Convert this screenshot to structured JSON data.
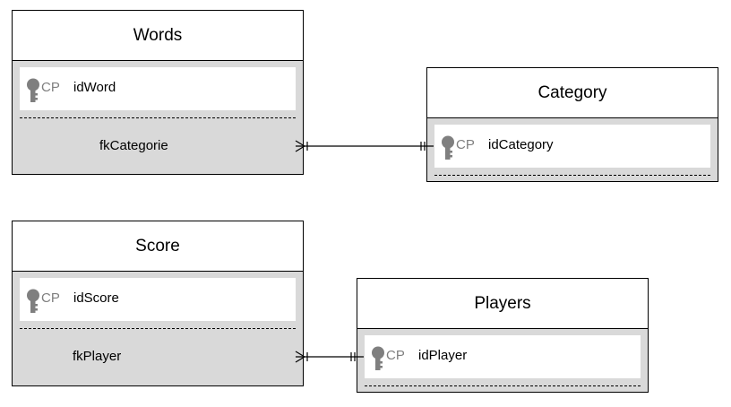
{
  "entities": {
    "words": {
      "title": "Words",
      "pk_tag": "CP",
      "pk": "idWord",
      "fk": "fkCategorie"
    },
    "category": {
      "title": "Category",
      "pk_tag": "CP",
      "pk": "idCategory"
    },
    "score": {
      "title": "Score",
      "pk_tag": "CP",
      "pk": "idScore",
      "fk": "fkPlayer"
    },
    "players": {
      "title": "Players",
      "pk_tag": "CP",
      "pk": "idPlayer"
    }
  },
  "relationships": [
    {
      "from": "words.fkCategorie",
      "to": "category.idCategory",
      "from_end": "many",
      "to_end": "one-and-only-one"
    },
    {
      "from": "score.fkPlayer",
      "to": "players.idPlayer",
      "from_end": "many",
      "to_end": "one-and-only-one"
    }
  ],
  "colors": {
    "entity_body": "#d9d9d9",
    "entity_header": "#ffffff",
    "key_icon": "#7f7f7f",
    "line": "#000000"
  }
}
